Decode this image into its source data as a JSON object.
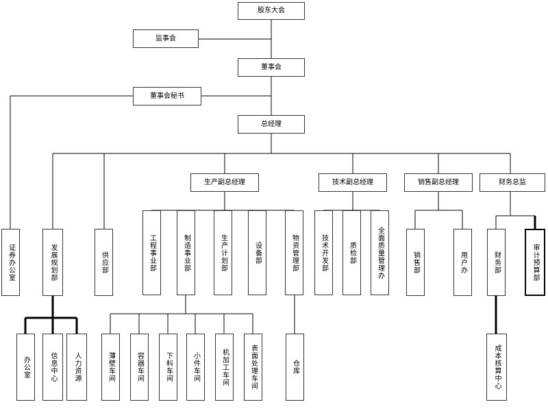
{
  "nodes": {
    "shareholders": {
      "label": "股东大会"
    },
    "supervisors": {
      "label": "监事会"
    },
    "board": {
      "label": "董事会"
    },
    "board_secretary": {
      "label": "董事会秘书"
    },
    "general_manager": {
      "label": "总经理"
    },
    "vp_production": {
      "label": "生产副总经理"
    },
    "vp_technology": {
      "label": "技术副总经理"
    },
    "vp_sales": {
      "label": "销售副总经理"
    },
    "cfo": {
      "label": "财务总监"
    },
    "securities": {
      "label": "证券办公室"
    },
    "planning": {
      "label": "发展规划部"
    },
    "supply": {
      "label": "供应部"
    },
    "engineering": {
      "label": "工程事业部"
    },
    "manufacturing": {
      "label": "制造事业部"
    },
    "prod_planning": {
      "label": "生产计划部"
    },
    "equipment": {
      "label": "设备部"
    },
    "materials": {
      "label": "物资管理部"
    },
    "tech_dev": {
      "label": "技术开发部"
    },
    "qc": {
      "label": "质检部"
    },
    "tqm": {
      "label": "全面质量管理办"
    },
    "sales": {
      "label": "销售部"
    },
    "customer": {
      "label": "用户办"
    },
    "finance": {
      "label": "财务部"
    },
    "audit": {
      "label": "审计预算部"
    },
    "office": {
      "label": "办公室"
    },
    "info_center": {
      "label": "信息中心"
    },
    "hr": {
      "label": "人力资源"
    },
    "thin_wall": {
      "label": "薄壁车间"
    },
    "container": {
      "label": "容器车间"
    },
    "blanking": {
      "label": "下料车间"
    },
    "small_parts": {
      "label": "小件车间"
    },
    "machining": {
      "label": "机加工车间"
    },
    "surface": {
      "label": "表面处理车间"
    },
    "warehouse": {
      "label": "仓库"
    },
    "cost_center": {
      "label": "成本核算中心"
    }
  }
}
